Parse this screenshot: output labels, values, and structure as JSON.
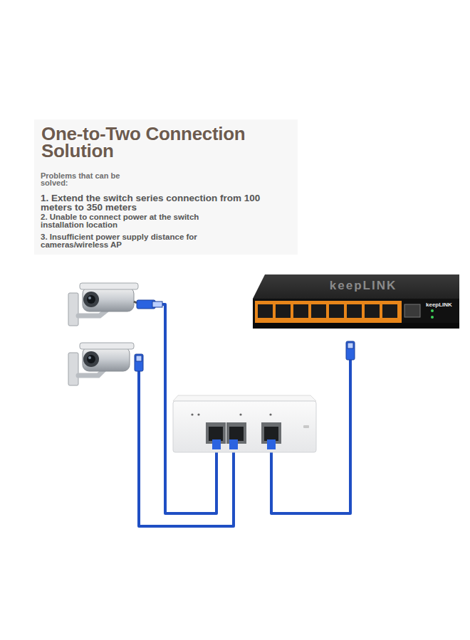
{
  "diagram": {
    "title": "One-to-Two Connection Solution",
    "nodes": [
      {
        "text": [
          "keepLINK"
        ]
      }
    ],
    "labels": [
      "Problems that can be solved:",
      "1. Extend the switch series connection from 100 meters to 350 meters",
      "2. Unable to connect power at the switch installation location",
      "3. Insufficient power supply distance for cameras/wireless AP",
      "keepLINK"
    ]
  }
}
